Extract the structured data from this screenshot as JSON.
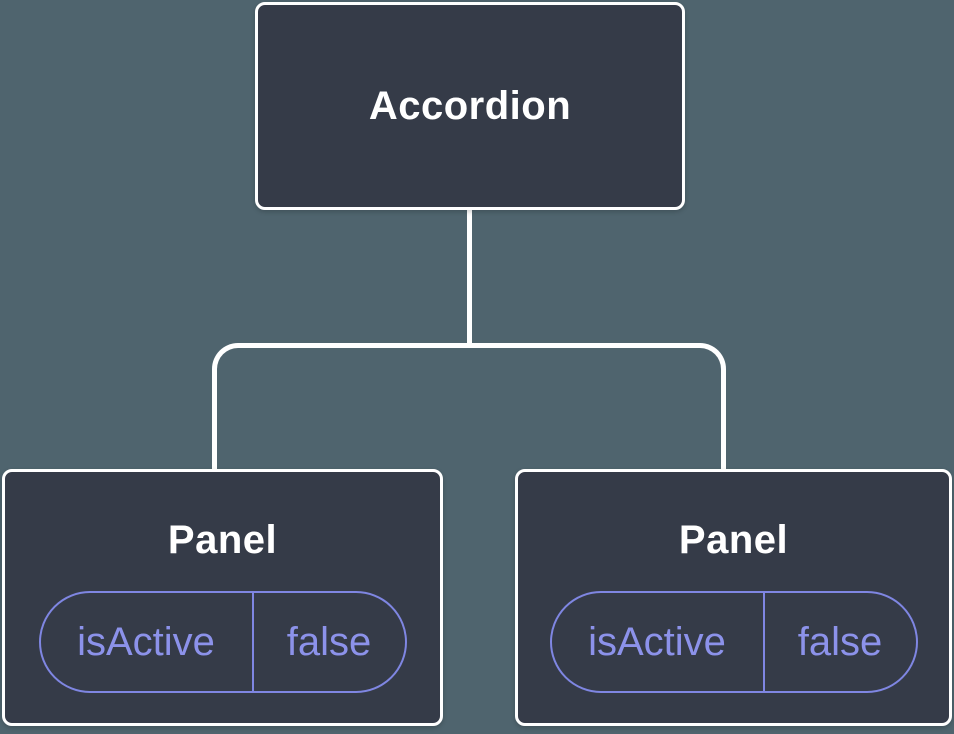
{
  "colors": {
    "background": "#4f646e",
    "node_fill": "#353b48",
    "node_border": "#ffffff",
    "node_text": "#ffffff",
    "connector": "#ffffff",
    "state_pill_border": "#7f86e2",
    "state_pill_text": "#8c92ea"
  },
  "tree": {
    "root": {
      "label": "Accordion"
    },
    "panels": [
      {
        "label": "Panel",
        "state": {
          "name": "isActive",
          "value": "false"
        }
      },
      {
        "label": "Panel",
        "state": {
          "name": "isActive",
          "value": "false"
        }
      }
    ]
  }
}
